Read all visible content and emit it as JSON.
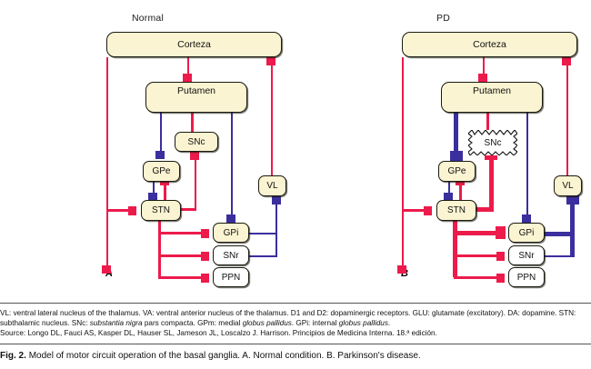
{
  "figure": {
    "panels": [
      {
        "id": "normal",
        "title": "Normal",
        "letter": "A",
        "nodes": [
          {
            "name": "cortex",
            "label": "Corteza"
          },
          {
            "name": "putamen",
            "label": "Putamen"
          },
          {
            "name": "snc",
            "label": "SNc"
          },
          {
            "name": "gpe",
            "label": "GPe"
          },
          {
            "name": "stn",
            "label": "STN"
          },
          {
            "name": "vl",
            "label": "VL"
          },
          {
            "name": "gpi",
            "label": "GPi"
          },
          {
            "name": "snr",
            "label": "SNr"
          },
          {
            "name": "ppn",
            "label": "PPN"
          }
        ]
      },
      {
        "id": "pd",
        "title": "PD",
        "letter": "B",
        "nodes": [
          {
            "name": "cortex",
            "label": "Corteza"
          },
          {
            "name": "putamen",
            "label": "Putamen"
          },
          {
            "name": "snc",
            "label": "SNc"
          },
          {
            "name": "gpe",
            "label": "GPe"
          },
          {
            "name": "stn",
            "label": "STN"
          },
          {
            "name": "vl",
            "label": "VL"
          },
          {
            "name": "gpi",
            "label": "GPi"
          },
          {
            "name": "snr",
            "label": "SNr"
          },
          {
            "name": "ppn",
            "label": "PPN"
          }
        ]
      }
    ],
    "colors": {
      "excitatory_red": "#ec1b4b",
      "inhibitory_blue": "#3b2f9e",
      "node_fill": "#fbf4d2",
      "node_fill_white": "#ffffff",
      "node_border": "#1a1a10"
    }
  },
  "legend": {
    "line1_a": "VL: ventral lateral nucleus of the thalamus. VA: ventral anterior nucleus of the thalamus. D1 and D2: dopaminergic receptors. GLU: glutamate (excitatory). DA: dopamine. STN: subthalamic nucleus. SNc: ",
    "line1_italic1": "substantia nigra",
    "line1_b": " pars compacta. GPm: medial ",
    "line1_italic2": "globus pallidus",
    "line1_c": ". GPi: internal ",
    "line1_italic3": "globus pallidus",
    "line1_d": ".",
    "source": "Source: Longo DL, Fauci AS, Kasper DL, Hauser SL, Jameson JL, Loscalzo J. Harrison. Principios de Medicina Interna. 18.ª edición."
  },
  "caption": {
    "label": "Fig. 2.",
    "text": "Model of motor circuit operation of the basal ganglia. A. Normal condition. B. Parkinson's disease."
  }
}
